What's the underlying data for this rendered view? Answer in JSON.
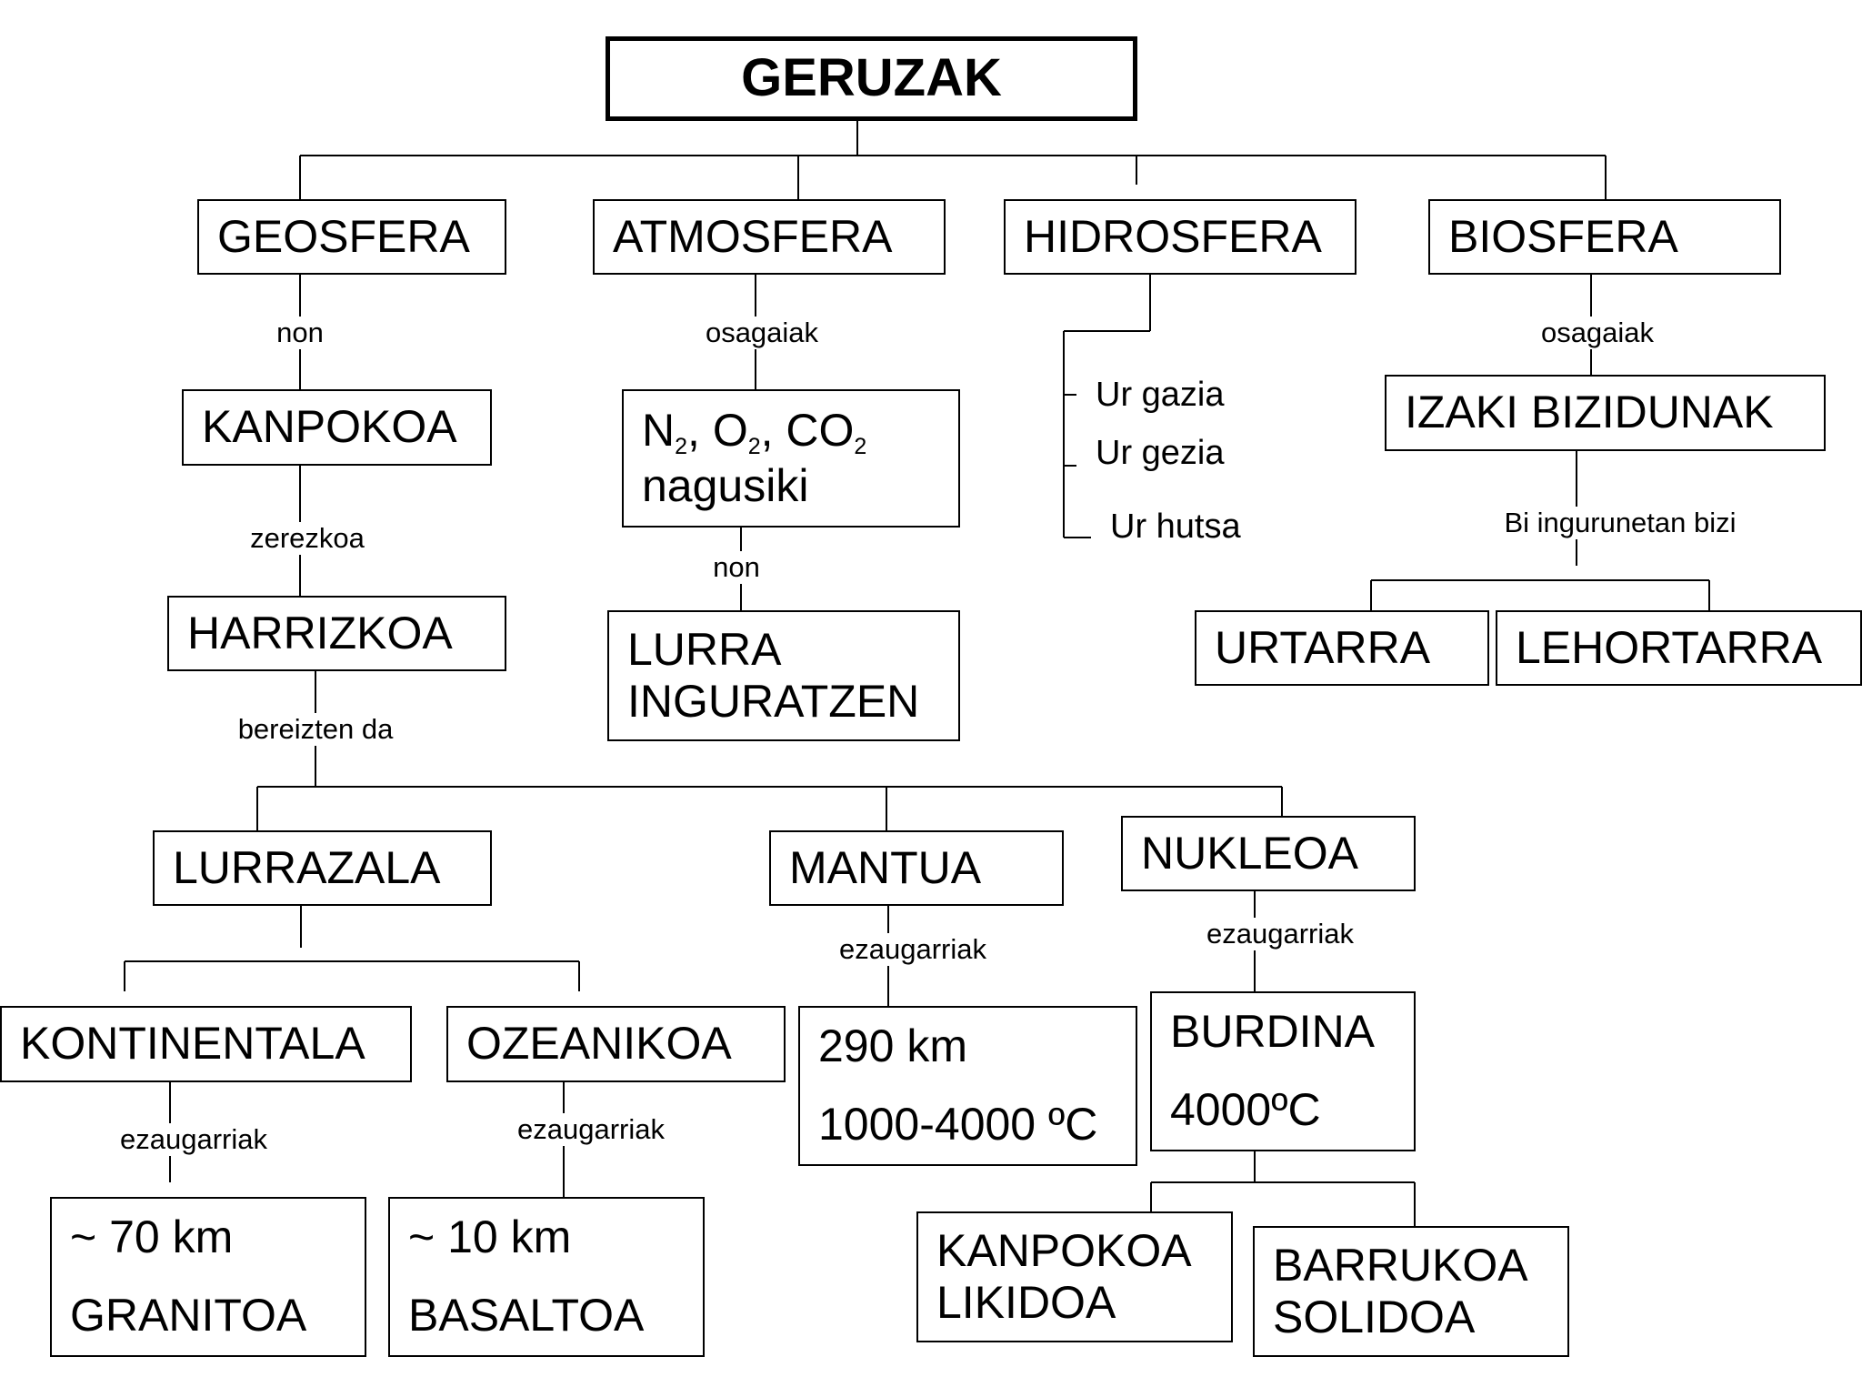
{
  "root": "GERUZAK",
  "layers": {
    "geosfera": "GEOSFERA",
    "atmosfera": "ATMOSFERA",
    "hidrosfera": "HIDROSFERA",
    "biosfera": "BIOSFERA"
  },
  "geosfera_branch": {
    "label_non": "non",
    "kanpokoa": "KANPOKOA",
    "label_zerezkoa": "zerezkoa",
    "harrizkoa": "HARRIZKOA",
    "label_bereizten": "bereizten da",
    "lurrazala": "LURRAZALA",
    "mantua": "MANTUA",
    "nukleoa": "NUKLEOA",
    "kontinentala": "KONTINENTALA",
    "ozeanikoa": "OZEANIKOA",
    "label_ezaugarriak": "ezaugarriak",
    "kontinentala_thickness": "~ 70 km",
    "kontinentala_rock": "GRANITOA",
    "ozeanikoa_thickness": "~ 10 km",
    "ozeanikoa_rock": "BASALTOA",
    "mantua_depth": "290 km",
    "mantua_temp": "1000-4000 ºC",
    "nukleoa_material": "BURDINA",
    "nukleoa_temp": "4000ºC",
    "kanpokoa_likidoa_1": "KANPOKOA",
    "kanpokoa_likidoa_2": "LIKIDOA",
    "barrukoa_solidoa_1": "BARRUKOA",
    "barrukoa_solidoa_2": "SOLIDOA"
  },
  "atmosfera_branch": {
    "label_osagaiak": "osagaiak",
    "gas_n": "N",
    "gas_o": "O",
    "gas_co": "CO",
    "sub_2": "2",
    "sep": ", ",
    "nagusiki": "nagusiki",
    "label_non": "non",
    "lurra": "LURRA",
    "inguratzen": "INGURATZEN"
  },
  "hidrosfera_branch": {
    "items": [
      "Ur gazia",
      "Ur gezia",
      "Ur hutsa"
    ]
  },
  "biosfera_branch": {
    "label_osagaiak": "osagaiak",
    "izaki": "IZAKI BIZIDUNAK",
    "label_bizi": "Bi ingurunetan bizi",
    "urtarra": "URTARRA",
    "lehortarra": "LEHORTARRA"
  }
}
